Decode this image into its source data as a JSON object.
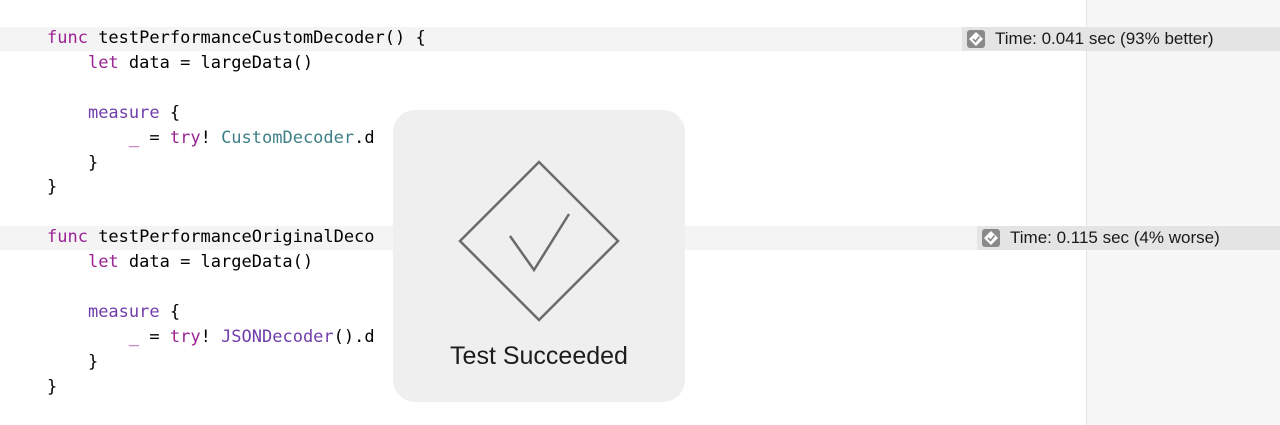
{
  "editor": {
    "lines": [
      {
        "row": 0,
        "parts": [
          {
            "t": "func",
            "c": "kw"
          },
          {
            "t": " testPerformanceCustomDecoder() {",
            "c": "fn"
          }
        ]
      },
      {
        "row": 1,
        "parts": [
          {
            "t": "    "
          },
          {
            "t": "let",
            "c": "kw"
          },
          {
            "t": " data = largeData()",
            "c": "fn"
          }
        ]
      },
      {
        "row": 3,
        "parts": [
          {
            "t": "    "
          },
          {
            "t": "measure",
            "c": "cls"
          },
          {
            "t": " {",
            "c": "fn"
          }
        ]
      },
      {
        "row": 4,
        "parts": [
          {
            "t": "        "
          },
          {
            "t": "_",
            "c": "kw"
          },
          {
            "t": " = ",
            "c": "fn"
          },
          {
            "t": "try",
            "c": "kw"
          },
          {
            "t": "! ",
            "c": "fn"
          },
          {
            "t": "CustomDecoder",
            "c": "ty"
          },
          {
            "t": ".d                          ta)",
            "c": "fn"
          }
        ]
      },
      {
        "row": 5,
        "parts": [
          {
            "t": "    }",
            "c": "fn"
          }
        ]
      },
      {
        "row": 6,
        "parts": [
          {
            "t": "}",
            "c": "fn"
          }
        ]
      },
      {
        "row": 8,
        "parts": [
          {
            "t": "func",
            "c": "kw"
          },
          {
            "t": " testPerformanceOriginalDeco",
            "c": "fn"
          }
        ]
      },
      {
        "row": 9,
        "parts": [
          {
            "t": "    "
          },
          {
            "t": "let",
            "c": "kw"
          },
          {
            "t": " data = largeData()",
            "c": "fn"
          }
        ]
      },
      {
        "row": 11,
        "parts": [
          {
            "t": "    "
          },
          {
            "t": "measure",
            "c": "cls"
          },
          {
            "t": " {",
            "c": "fn"
          }
        ]
      },
      {
        "row": 12,
        "parts": [
          {
            "t": "        "
          },
          {
            "t": "_",
            "c": "kw"
          },
          {
            "t": " = ",
            "c": "fn"
          },
          {
            "t": "try",
            "c": "kw"
          },
          {
            "t": "! ",
            "c": "fn"
          },
          {
            "t": "JSONDecoder",
            "c": "cls"
          },
          {
            "t": "().d                          ata)",
            "c": "fn"
          }
        ]
      },
      {
        "row": 13,
        "parts": [
          {
            "t": "    }",
            "c": "fn"
          }
        ]
      },
      {
        "row": 14,
        "parts": [
          {
            "t": "}",
            "c": "fn"
          }
        ]
      }
    ]
  },
  "badges": {
    "first": {
      "text": "Time: 0.041 sec (93% better)",
      "icon": "diamond-check-icon"
    },
    "second": {
      "text": "Time: 0.115 sec (4% worse)",
      "icon": "diamond-check-icon"
    }
  },
  "hud": {
    "label": "Test Succeeded",
    "icon": "diamond-checkmark-icon"
  },
  "colors": {
    "keyword": "#9b2393",
    "type": "#3e8087",
    "class": "#703daa",
    "hud_bg": "#efefef",
    "badge_bg": "#e4e4e4"
  }
}
